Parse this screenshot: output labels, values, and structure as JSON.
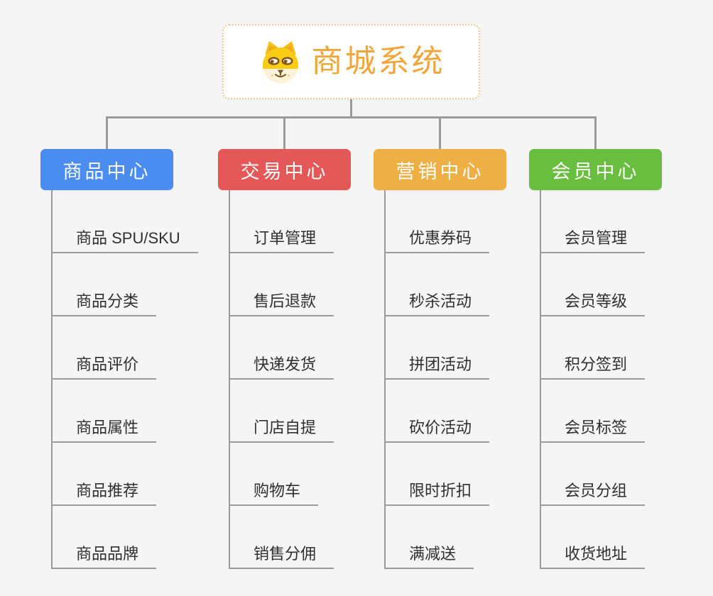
{
  "app": {
    "type": "mindmap-org-chart",
    "background": "#F5F5F6",
    "line_color": "#9B9B9B"
  },
  "root": {
    "title": "商城系统",
    "icon": "doge-icon",
    "text_color": "#F0A63A",
    "border_color": "#F4C98E",
    "background": "#FFFFFF"
  },
  "branches": [
    {
      "label": "商品中心",
      "color": "#4A8CEF",
      "children": [
        "商品 SPU/SKU",
        "商品分类",
        "商品评价",
        "商品属性",
        "商品推荐",
        "商品品牌"
      ]
    },
    {
      "label": "交易中心",
      "color": "#E45858",
      "children": [
        "订单管理",
        "售后退款",
        "快递发货",
        "门店自提",
        "购物车",
        "销售分佣"
      ]
    },
    {
      "label": "营销中心",
      "color": "#EEB044",
      "children": [
        "优惠券码",
        "秒杀活动",
        "拼团活动",
        "砍价活动",
        "限时折扣",
        "满减送"
      ]
    },
    {
      "label": "会员中心",
      "color": "#69BE40",
      "children": [
        "会员管理",
        "会员等级",
        "积分签到",
        "会员标签",
        "会员分组",
        "收货地址"
      ]
    }
  ]
}
